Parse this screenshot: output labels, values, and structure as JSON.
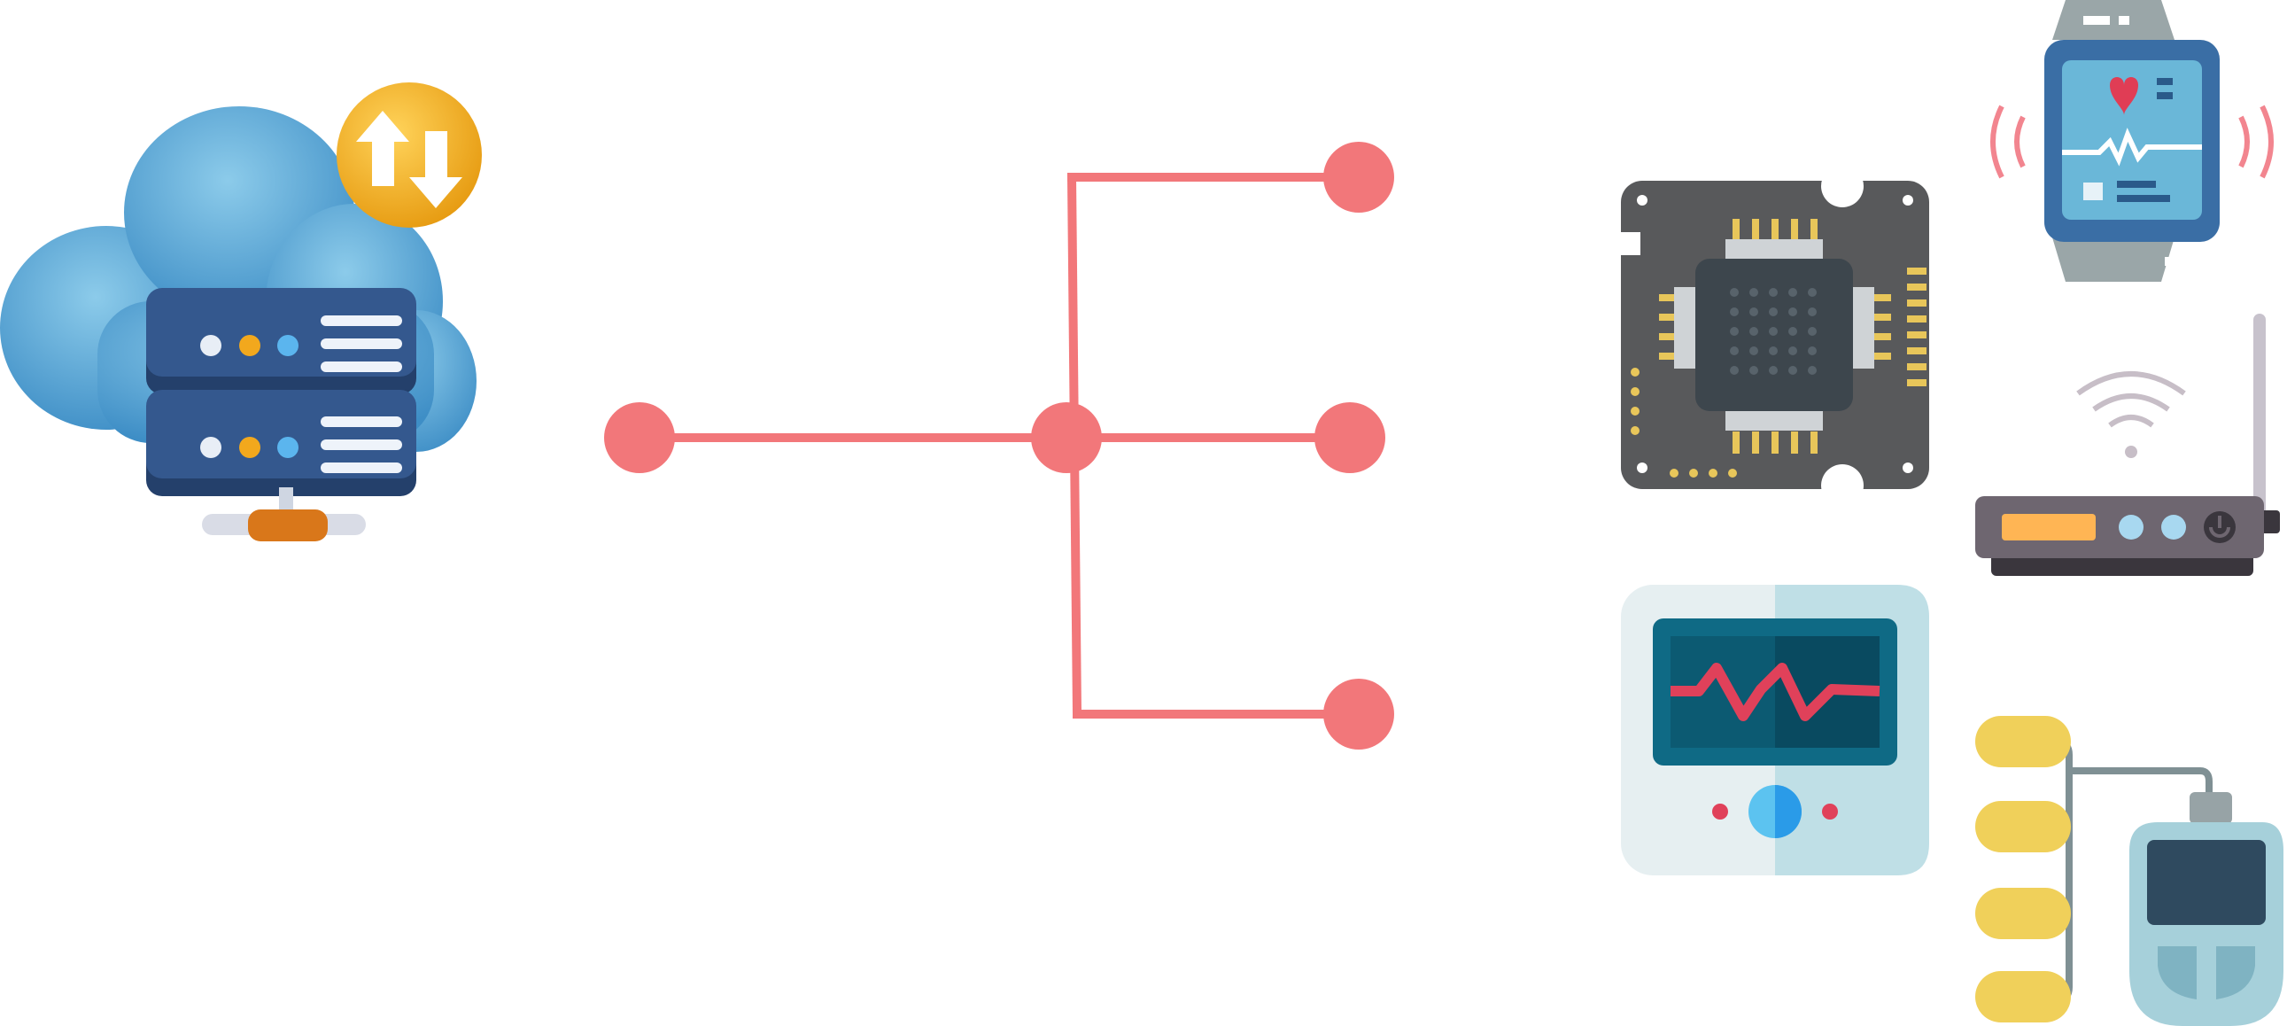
{
  "diagram": {
    "connector_color": "#f2777a",
    "nodes": {
      "source": {
        "name": "cloud-server"
      },
      "hub": {
        "name": "branch-hub"
      },
      "targets": [
        {
          "name": "top-branch"
        },
        {
          "name": "middle-branch"
        },
        {
          "name": "bottom-branch"
        }
      ]
    },
    "icons": [
      {
        "name": "cloud-server-icon",
        "colors": {
          "cloud": "#5ea9d6",
          "server": "#2a4a78",
          "badge": "#f2b225"
        }
      },
      {
        "name": "microchip-board-icon",
        "colors": {
          "board": "#58595b",
          "chip": "#3d464d",
          "pins": "#e8c65a"
        }
      },
      {
        "name": "smartwatch-heart-icon",
        "colors": {
          "frame": "#3a6ea5",
          "screen": "#6ab7d8",
          "heart": "#e03d55"
        }
      },
      {
        "name": "wifi-router-icon",
        "colors": {
          "body": "#6e6670",
          "display": "#ffb554",
          "signal": "#c7bec7"
        }
      },
      {
        "name": "heart-monitor-icon",
        "colors": {
          "case": "#d6e6ea",
          "screen": "#0f6a85",
          "wave": "#e0415a"
        }
      },
      {
        "name": "ecg-device-icon",
        "colors": {
          "electrodes": "#f0d05a",
          "device": "#a6d0da",
          "screen": "#2f4a5f"
        }
      }
    ]
  }
}
